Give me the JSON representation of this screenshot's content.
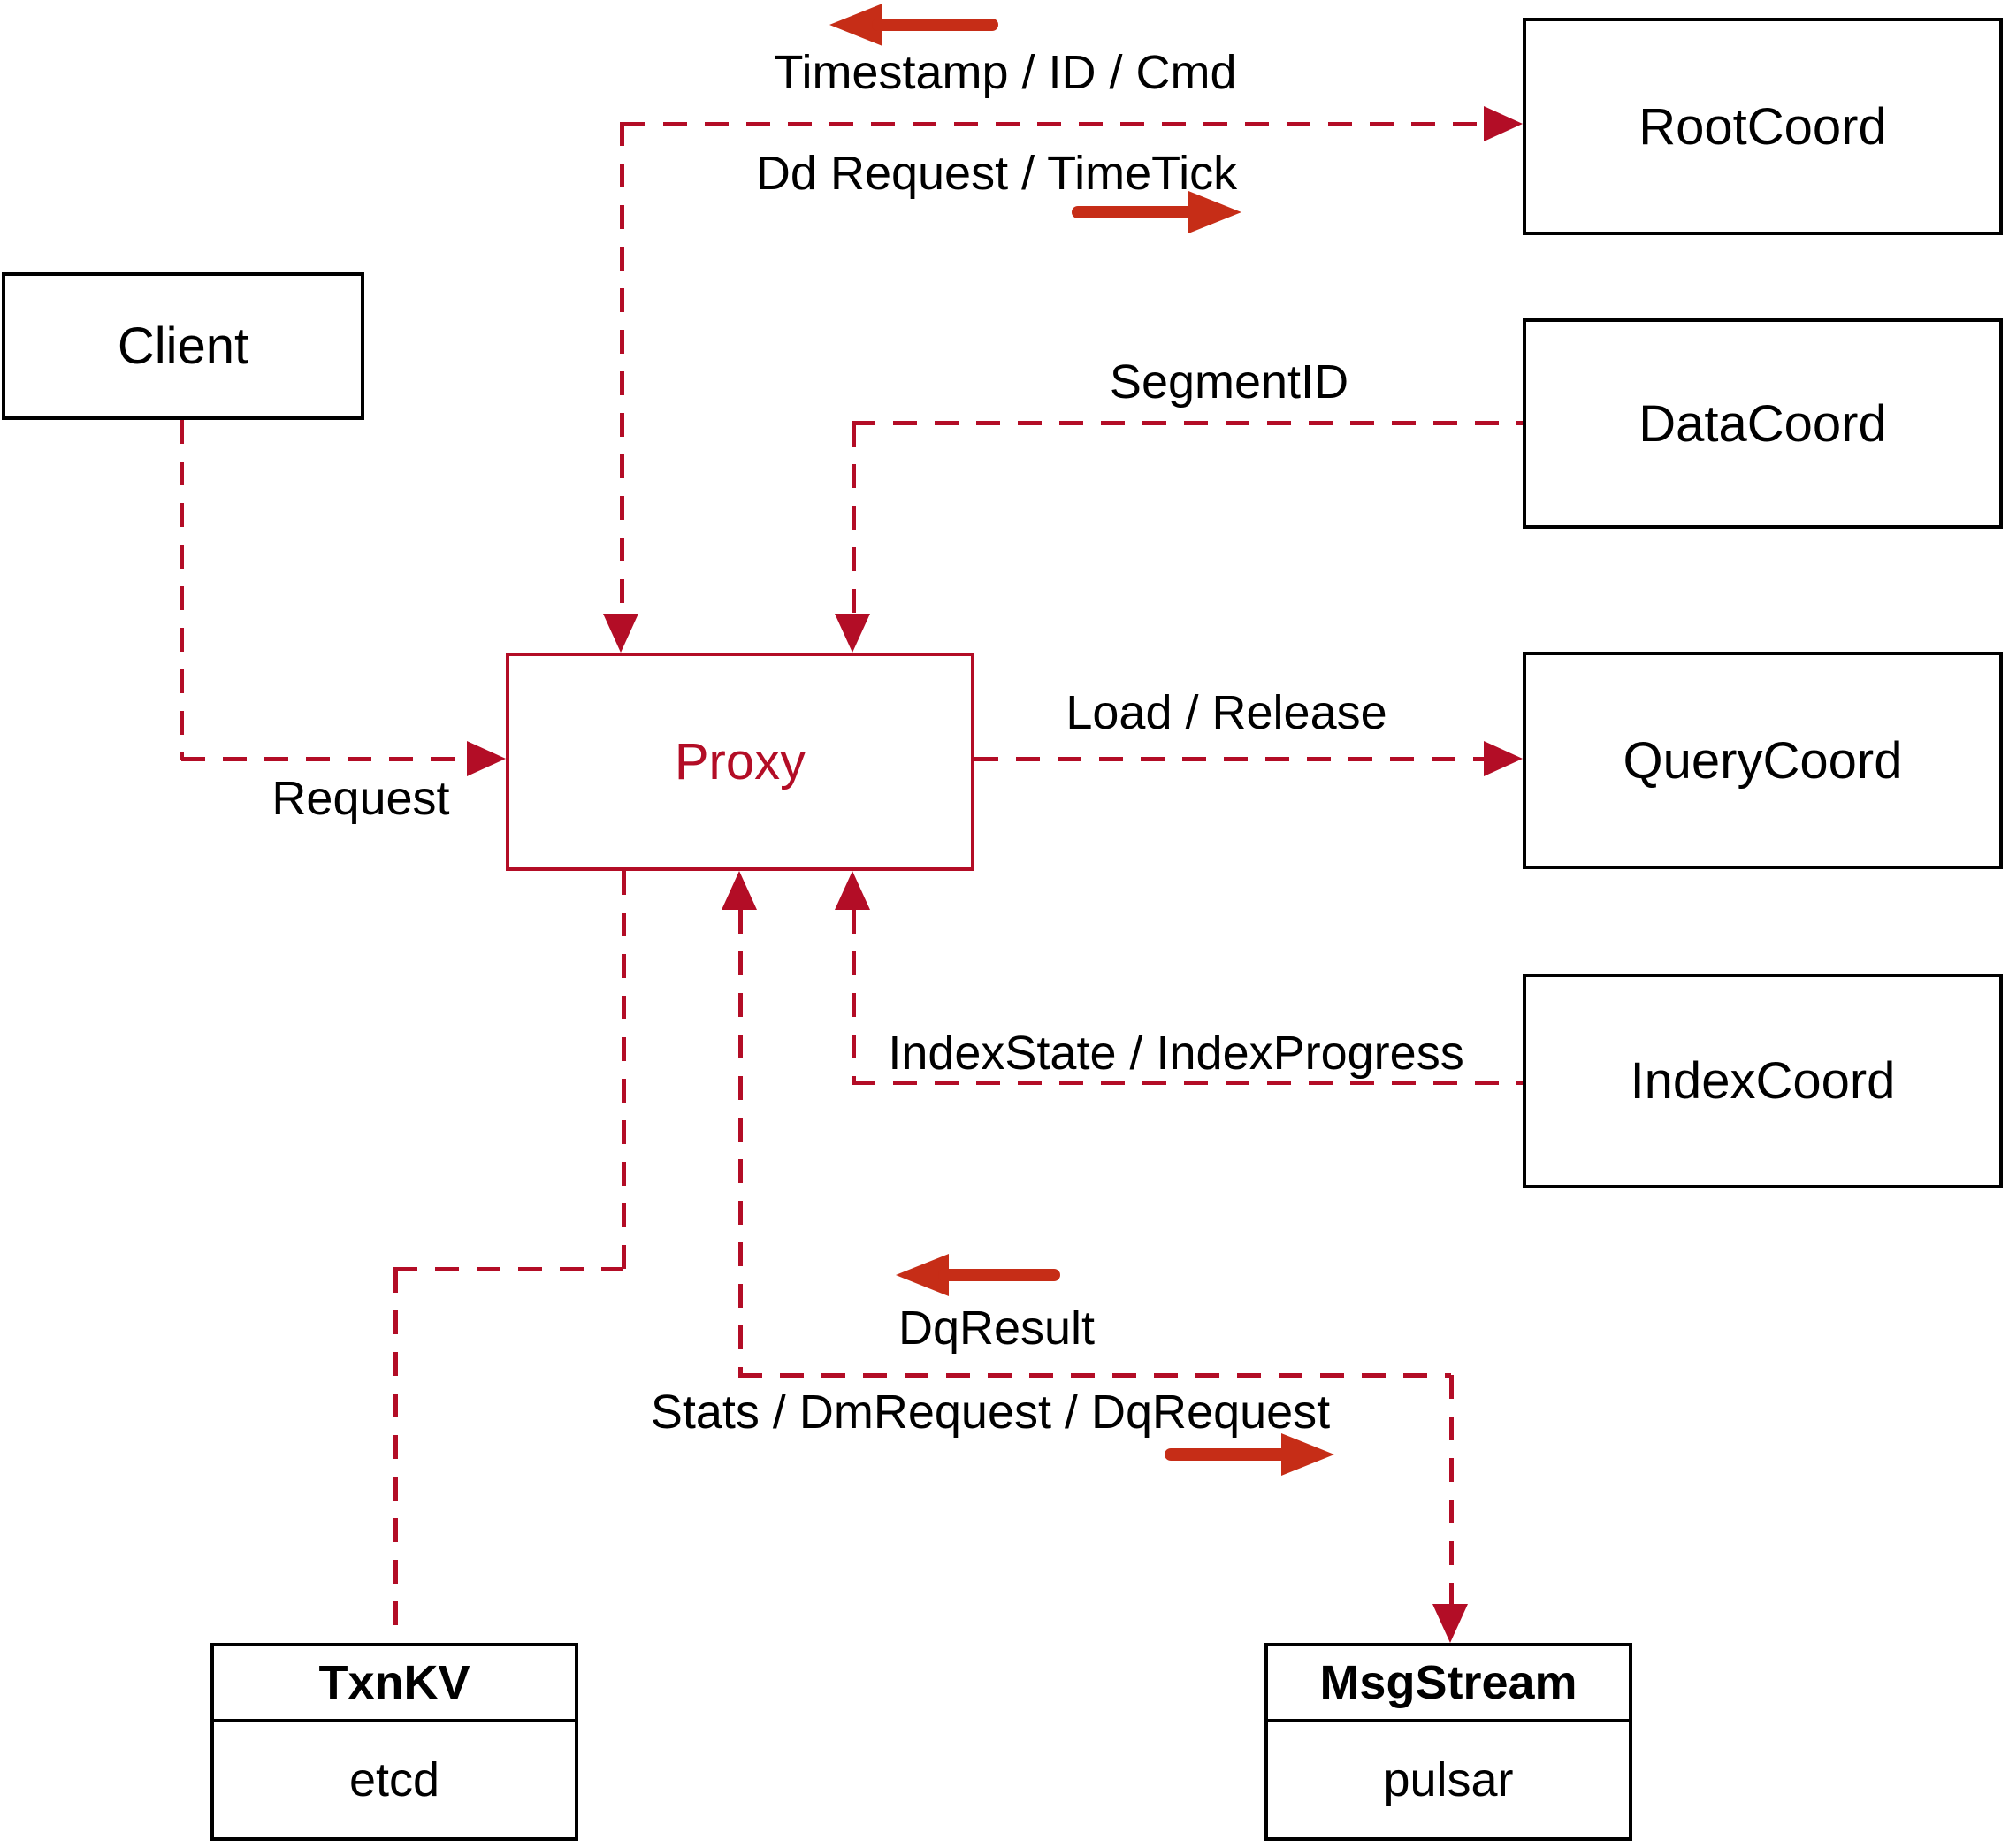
{
  "diagram": {
    "nodes": {
      "client": {
        "label": "Client"
      },
      "rootcoord": {
        "label": "RootCoord"
      },
      "datacoord": {
        "label": "DataCoord"
      },
      "querycoord": {
        "label": "QueryCoord"
      },
      "indexcoord": {
        "label": "IndexCoord"
      },
      "proxy": {
        "label": "Proxy"
      },
      "txnkv": {
        "title": "TxnKV",
        "subtitle": "etcd"
      },
      "msgstream": {
        "title": "MsgStream",
        "subtitle": "pulsar"
      }
    },
    "edge_labels": {
      "timestamp": "Timestamp / ID / Cmd",
      "dd_request": "Dd Request / TimeTick",
      "segment_id": "SegmentID",
      "load_release": "Load / Release",
      "request": "Request",
      "index_state": "IndexState / IndexProgress",
      "dq_result": "DqResult",
      "stats": "Stats / DmRequest / DqRequest"
    },
    "colors": {
      "line_red": "#b30d26",
      "arrow_red": "#c62d17",
      "box_border": "#000000",
      "text": "#000000",
      "background": "#ffffff"
    }
  }
}
